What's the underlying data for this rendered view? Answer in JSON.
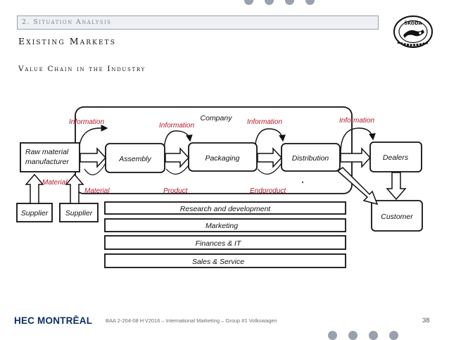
{
  "header": {
    "section": "2. Situation Analysis",
    "title": "Existing Markets",
    "subtitle": "Value Chain in the Industry"
  },
  "diagram": {
    "company_label": "Company",
    "nodes": {
      "raw_material_line1": "Raw material",
      "raw_material_line2": "manufacturer",
      "assembly": "Assembly",
      "packaging": "Packaging",
      "distribution": "Distribution",
      "dealers": "Dealers",
      "customer": "Customer",
      "supplier_1": "Supplier",
      "supplier_2": "Supplier"
    },
    "flows": {
      "information_1": "Information",
      "information_2": "Information",
      "information_3": "Information",
      "information_4": "Information",
      "material_1": "Material",
      "material_2": "Material",
      "product": "Product",
      "endproduct": "Endproduct"
    },
    "support": {
      "rd": "Research and development",
      "marketing": "Marketing",
      "finances": "Finances & IT",
      "sales": "Sales & Service"
    }
  },
  "logo": {
    "brand": "ŠKODA"
  },
  "footer": {
    "school": "HEC MONTRĒAL",
    "text": "BAA 2-204-08 H V2016 – International Marketing – Group #1 Volkswagen",
    "page": "38"
  },
  "colors": {
    "flow_label": "#b5182b",
    "dots": "#98a1ad",
    "footer_blue": "#0c2f66"
  }
}
